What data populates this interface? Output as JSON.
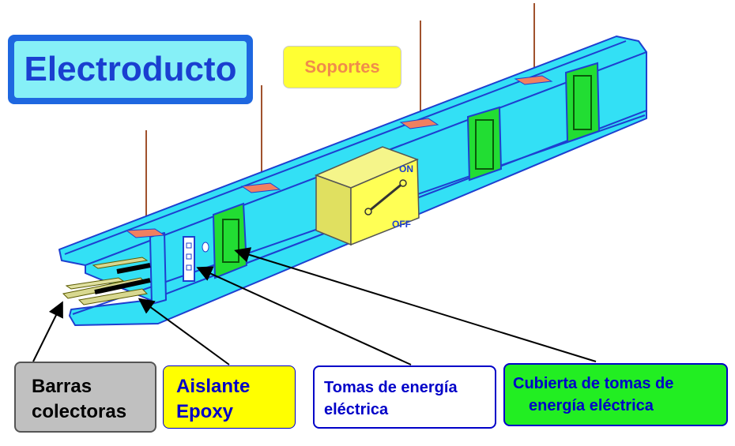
{
  "title": "Electroducto",
  "labels": {
    "soportes": "Soportes",
    "barras_line1": "Barras",
    "barras_line2": "colectoras",
    "aislante_line1": "Aislante",
    "aislante_line2": "Epoxy",
    "tomas_line1": "Tomas de energía",
    "tomas_line2": "eléctrica",
    "cubierta_line1": "Cubierta de tomas de",
    "cubierta_line2": "energía eléctrica"
  },
  "switch": {
    "on": "ON",
    "off": "OFF"
  },
  "colors": {
    "duct": "#33e0f5",
    "duct_outline": "#1e3fd0",
    "cover": "#22dd33",
    "switch_box": "#ffff55",
    "support": "#f08060",
    "rod": "#a0522d"
  }
}
